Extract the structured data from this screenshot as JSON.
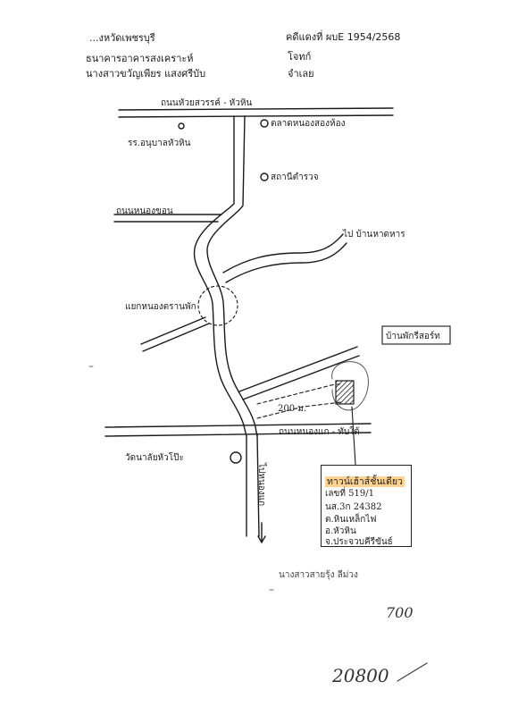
{
  "header": {
    "province": "...งหวัดเพชรบุรี",
    "bank": "ธนาคารอาคารสงเคราะห์",
    "defendant": "นางสาวขวัญเพียร แสงศรีบับ",
    "case_no": "คดีแดงที่ ผบE 1954/2568",
    "plaintiff_role": "โจทก์",
    "defendant_role": "จำเลย"
  },
  "map_labels": {
    "top_road": "ถนนหัวยสวรรค์ - หัวหิน",
    "school": "รร.อนุบาลหัวหิน",
    "market": "ตลาดหนองสองห้อง",
    "police": "สถานีตำรวจ",
    "left_road": "ถนนหนองขอน",
    "to_village": "ไป บ้านหาดหาร",
    "roundabout": "แยกหนองตรานพัก",
    "resort": "บ้านพักรีสอร์ท",
    "distance": "200 ม.",
    "crossroad": "ถนนหนองแก - ทับใต้",
    "temple": "วัดนาลัยหัวโป๊ะ",
    "down_road": "ไปหนองแก"
  },
  "property": {
    "name": "ทาวน์เฮ้าส์ชั้นเดียว",
    "house_no": "เลขที่ 519/1",
    "deed": "นส.3ก 24382",
    "subdistrict": "ต.หินเหล็กไฟ",
    "district": "อ.หัวหิน",
    "province": "จ.ประจวบคีรีขันธ์"
  },
  "signature": "นางสาวสายรุ้ง ลีม่วง",
  "annotations": {
    "note_top": "700",
    "note_bottom": "20800"
  },
  "colors": {
    "ink": "#1a1a1a",
    "highlight": "#ffc46e",
    "pencil": "#555555"
  }
}
